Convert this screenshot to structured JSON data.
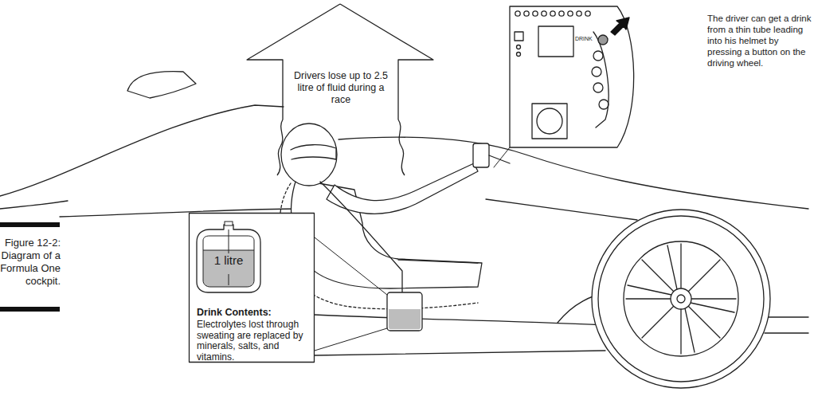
{
  "diagram": {
    "caption": "Figure 12-2: Diagram of a Formula One cockpit.",
    "nodes": [
      {
        "text": [
          "Drivers lose up to 2.5 litre of fluid during a race"
        ]
      },
      {
        "text": [
          "Drink Contents:",
          "Electrolytes lost through sweating are replaced by minerals, salts, and vitamins."
        ]
      },
      {
        "text": [
          "1 litre"
        ],
        "in": 1
      }
    ],
    "labels": [
      "The driver can get a drink from a thin tube leading into his helmet by pressing a button on the driving wheel.",
      "DRINK"
    ]
  }
}
